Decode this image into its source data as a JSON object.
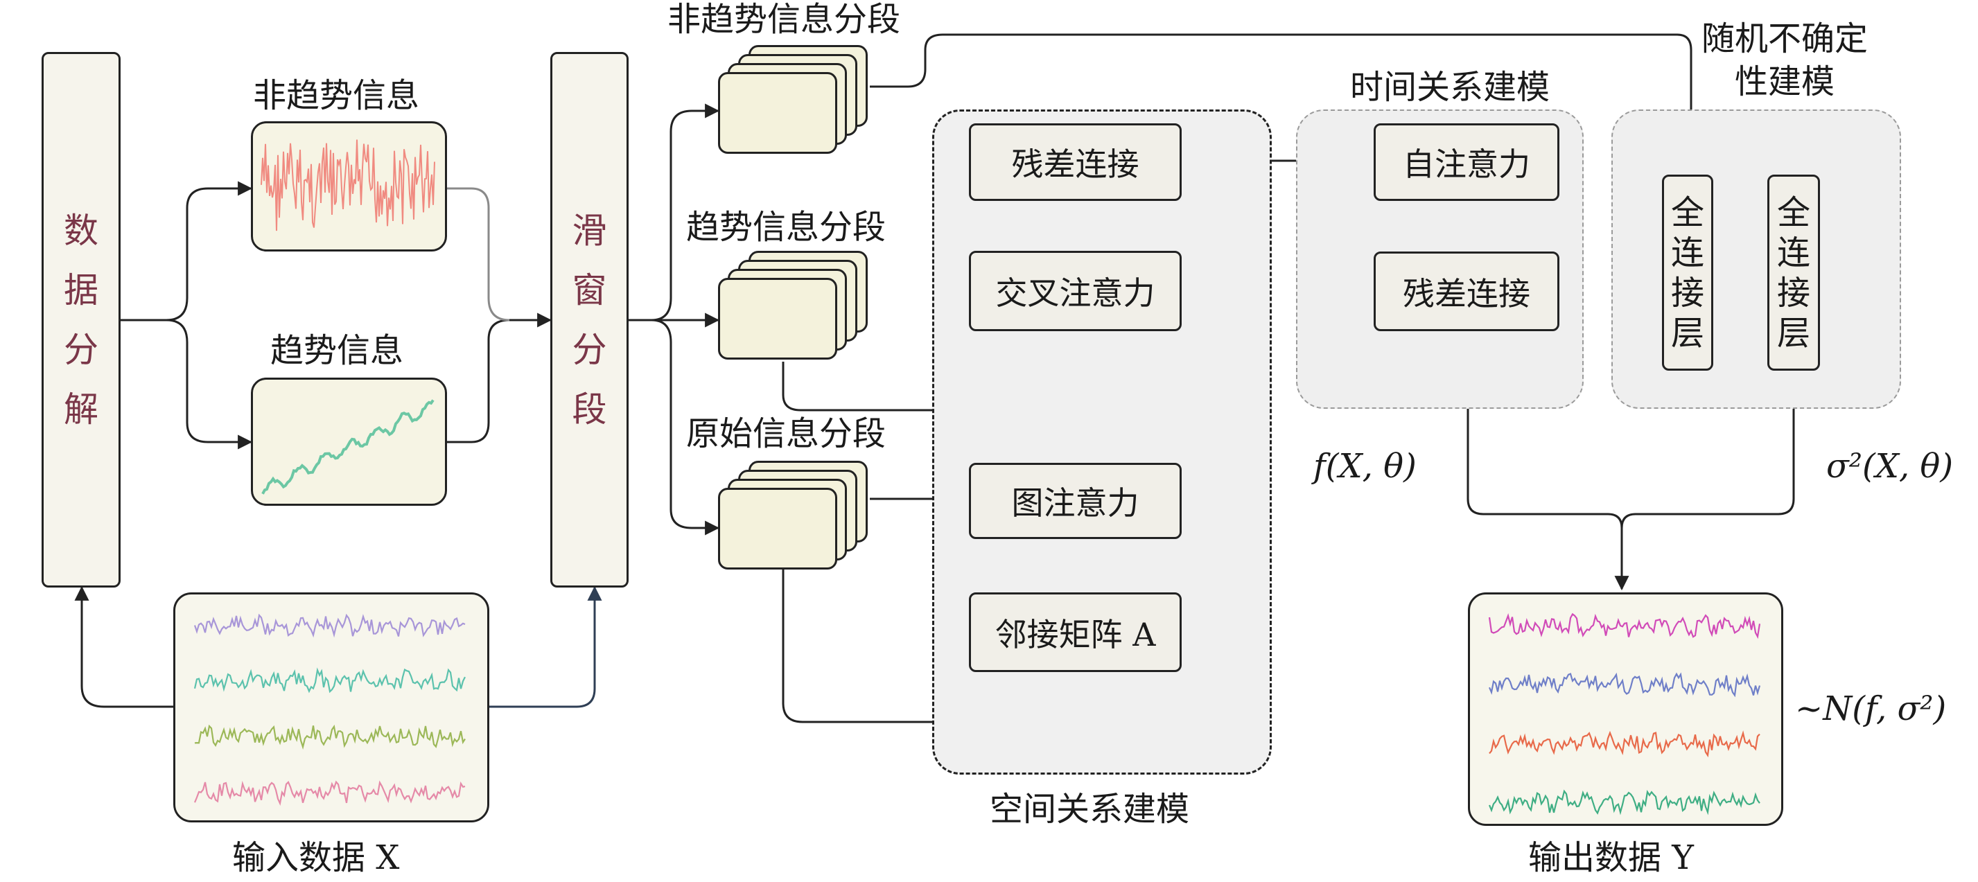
{
  "left": {
    "decompose": "数据分解",
    "nontrend_label": "非趋势信息",
    "trend_label": "趋势信息",
    "sliding": "滑窗分段",
    "input_label": "输入数据 X"
  },
  "segments": {
    "nontrend": "非趋势信息分段",
    "trend": "趋势信息分段",
    "original": "原始信息分段"
  },
  "spatial": {
    "title": "空间关系建模",
    "residual": "残差连接",
    "cross_attention": "交叉注意力",
    "graph_attention": "图注意力",
    "adjacency": "邻接矩阵 A"
  },
  "temporal": {
    "title": "时间关系建模",
    "self_attention": "自注意力",
    "residual": "残差连接",
    "func": "f(X, θ)"
  },
  "uncertainty": {
    "title": "随机不确定性建模",
    "fc1": "全连接层",
    "fc2": "全连接层",
    "variance": "σ²(X, θ)"
  },
  "output": {
    "label": "输出数据 Y",
    "dist": "~N(f, σ²)"
  },
  "colors": {
    "nontrend_wave": "#f08a80",
    "trend_wave": "#6cc7a4",
    "input_waves": [
      "#a896d8",
      "#5cc2ad",
      "#9cb858",
      "#e58aa8"
    ],
    "output_waves": [
      "#d14bb8",
      "#6f7fc8",
      "#e86a4a",
      "#3fae84"
    ],
    "decompose_text": "#7a3648"
  }
}
